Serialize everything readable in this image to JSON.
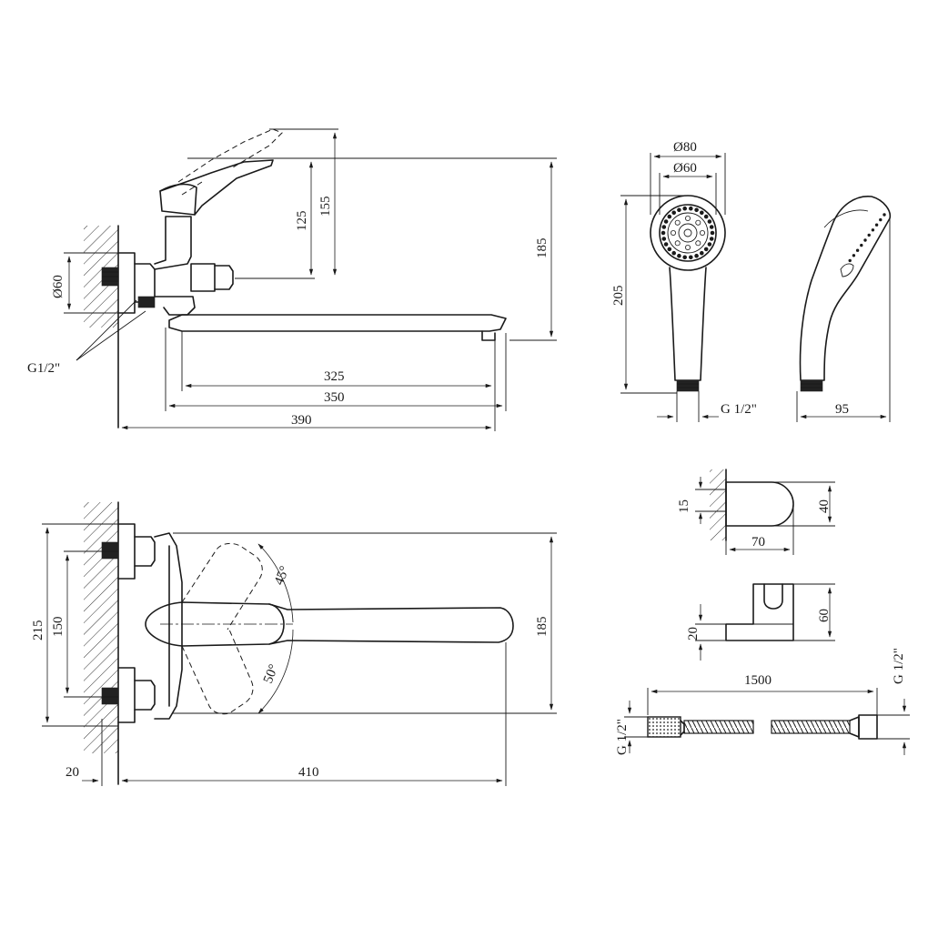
{
  "labels": {
    "mixer_side": {
      "d60": "Ø60",
      "g12": "G1/2\"",
      "h125": "125",
      "h155": "155",
      "h185": "185",
      "l325": "325",
      "l350": "350",
      "l390": "390"
    },
    "shower_head": {
      "d80": "Ø80",
      "d60": "Ø60",
      "h205": "205",
      "g12": "G 1/2\"",
      "w95": "95"
    },
    "mixer_top": {
      "h215": "215",
      "h150": "150",
      "h185": "185",
      "a45": "45°",
      "a50": "50°",
      "l20": "20",
      "l410": "410"
    },
    "wall_holder": {
      "h15": "15",
      "h40": "40",
      "w70": "70"
    },
    "shower_bracket": {
      "h20": "20",
      "h60": "60"
    },
    "hose": {
      "l1500": "1500",
      "g_left": "G 1/2\"",
      "g_right": "G 1/2\""
    }
  }
}
